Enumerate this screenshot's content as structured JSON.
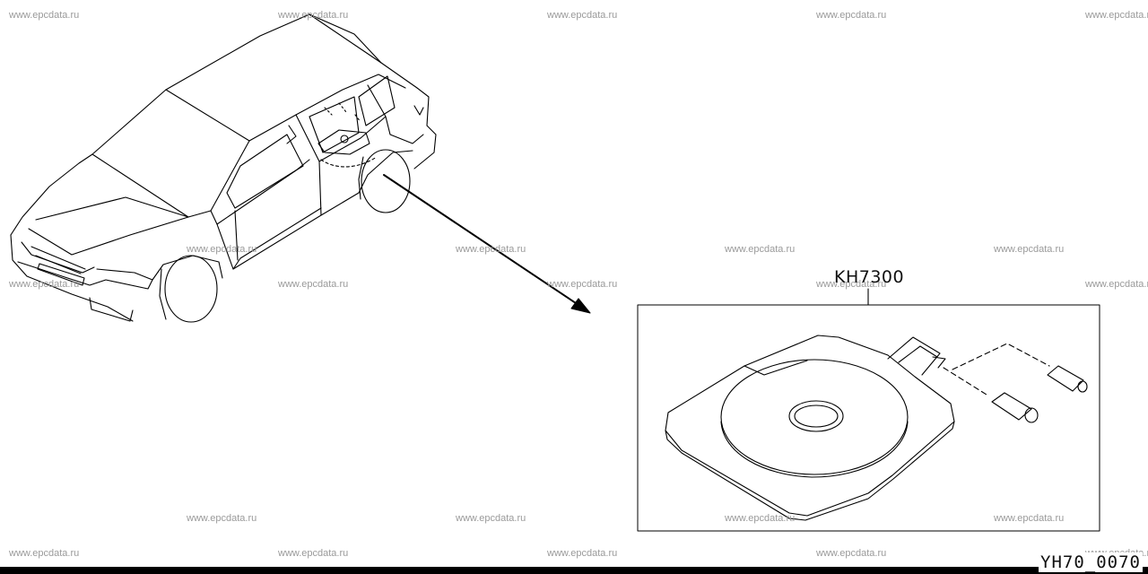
{
  "watermark": {
    "text": "www.epcdata.ru"
  },
  "callout": {
    "part_number": "KH7300"
  },
  "figure": {
    "code": "YH70_0070"
  }
}
